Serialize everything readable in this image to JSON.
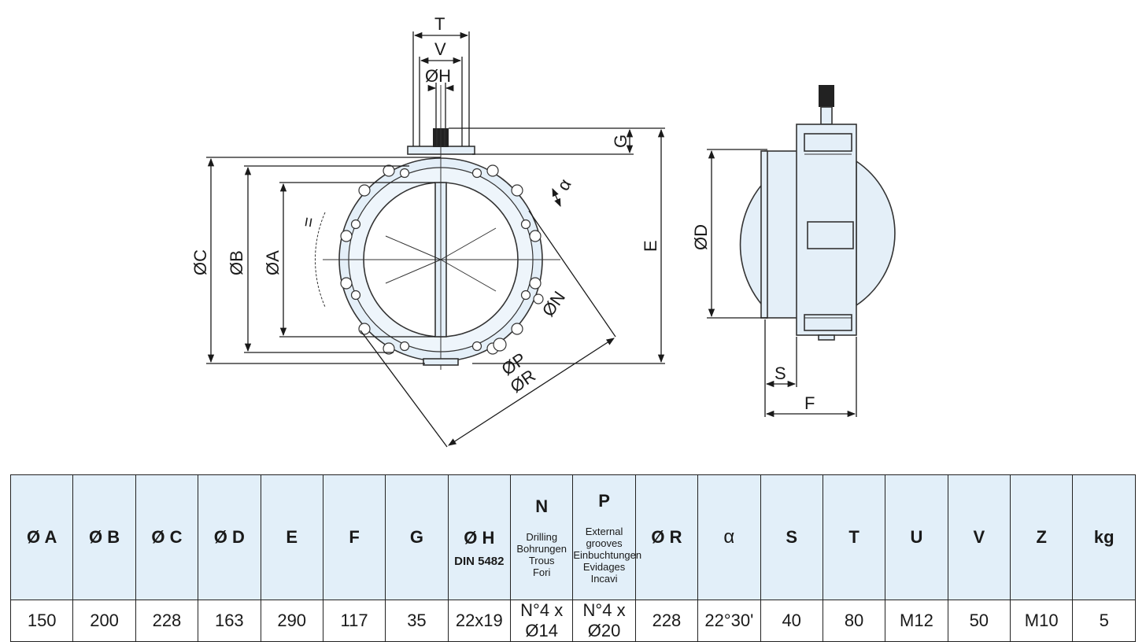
{
  "drawing": {
    "labels": {
      "T": "T",
      "V": "V",
      "H": "ØH",
      "G": "G",
      "C": "ØC",
      "B": "ØB",
      "A": "ØA",
      "E": "E",
      "N": "ØN",
      "P": "ØP",
      "R": "ØR",
      "alpha": "α",
      "D": "ØD",
      "S": "S",
      "F": "F",
      "eq": "="
    }
  },
  "table": {
    "headers": [
      {
        "id": "A",
        "label": "Ø A"
      },
      {
        "id": "B",
        "label": "Ø B"
      },
      {
        "id": "C",
        "label": "Ø C"
      },
      {
        "id": "D",
        "label": "Ø D"
      },
      {
        "id": "E",
        "label": "E"
      },
      {
        "id": "F",
        "label": "F"
      },
      {
        "id": "G",
        "label": "G"
      },
      {
        "id": "H",
        "label": "Ø H",
        "sub": "DIN 5482"
      },
      {
        "id": "N",
        "label": "N",
        "lines": [
          "Drilling",
          "Bohrungen",
          "Trous",
          "Fori"
        ]
      },
      {
        "id": "P",
        "label": "P",
        "lines": [
          "External grooves",
          "Einbuchtungen",
          "Evidages",
          "Incavi"
        ]
      },
      {
        "id": "R",
        "label": "Ø R"
      },
      {
        "id": "alpha",
        "label": "α"
      },
      {
        "id": "S",
        "label": "S"
      },
      {
        "id": "T",
        "label": "T"
      },
      {
        "id": "U",
        "label": "U"
      },
      {
        "id": "V",
        "label": "V"
      },
      {
        "id": "Z",
        "label": "Z"
      },
      {
        "id": "kg",
        "label": "kg"
      }
    ],
    "values": [
      "150",
      "200",
      "228",
      "163",
      "290",
      "117",
      "35",
      "22x19",
      "N°4 x Ø14",
      "N°4 x Ø20",
      "228",
      "22°30'",
      "40",
      "80",
      "M12",
      "50",
      "M10",
      "5"
    ]
  }
}
